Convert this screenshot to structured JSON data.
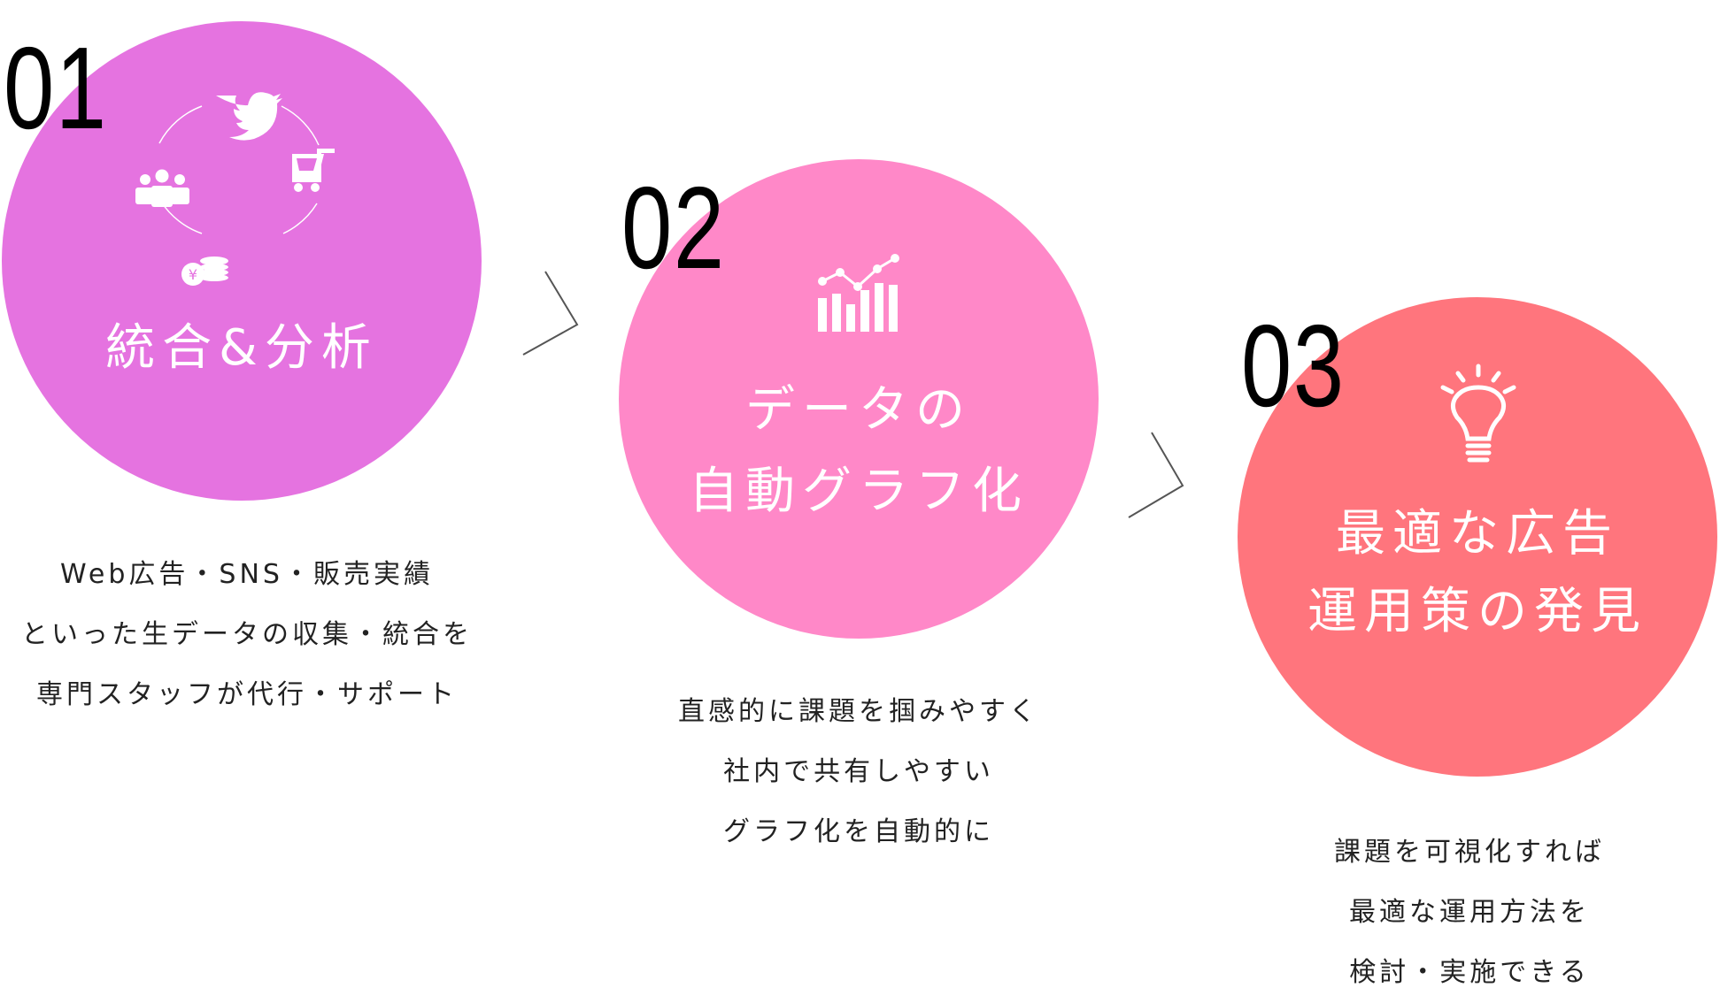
{
  "steps": [
    {
      "number": "01",
      "title": [
        "統合&分析"
      ],
      "color": "#E573E0",
      "icons": [
        "twitter-icon",
        "shopping-cart-icon",
        "yen-coins-icon",
        "people-icon"
      ],
      "description": [
        "Web広告・SNS・販売実績",
        "といった生データの収集・統合を",
        "専門スタッフが代行・サポート"
      ]
    },
    {
      "number": "02",
      "title": [
        "データの",
        "自動グラフ化"
      ],
      "color": "#FF88C8",
      "icons": [
        "chart-icon"
      ],
      "description": [
        "直感的に課題を掴みやすく",
        "社内で共有しやすい",
        "グラフ化を自動的に"
      ]
    },
    {
      "number": "03",
      "title": [
        "最適な広告",
        "運用策の発見"
      ],
      "color": "#FF757D",
      "icons": [
        "lightbulb-icon"
      ],
      "description": [
        "課題を可視化すれば",
        "最適な運用方法を",
        "検討・実施できる"
      ]
    }
  ]
}
